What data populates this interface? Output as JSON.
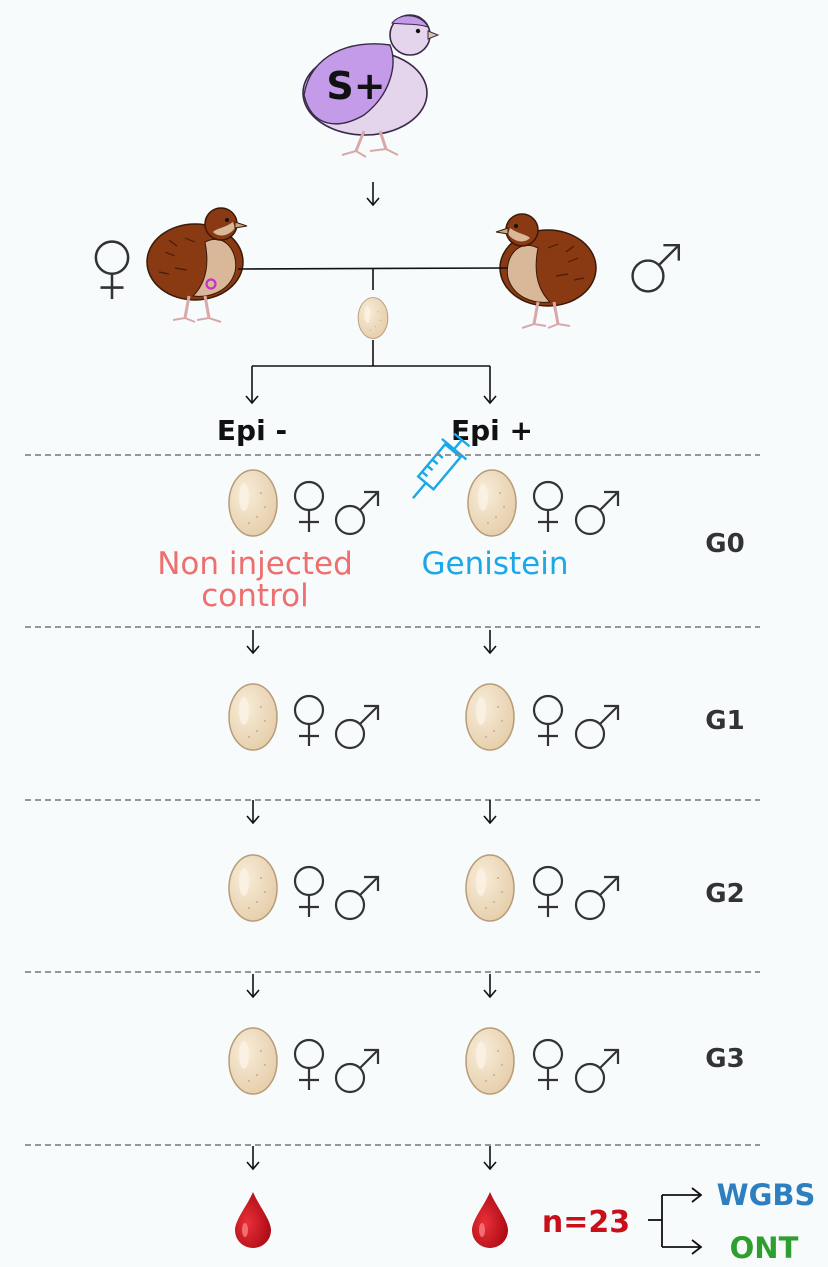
{
  "founder": {
    "label": "S+"
  },
  "parents": {
    "female_symbol": "♀",
    "male_symbol": "♂"
  },
  "branches": {
    "left": {
      "label": "Epi -",
      "treatment": [
        "Non injected",
        "control"
      ]
    },
    "right": {
      "label": "Epi +",
      "treatment": [
        "Genistein"
      ]
    }
  },
  "generations": [
    "G0",
    "G1",
    "G2",
    "G3"
  ],
  "sample": {
    "count_label": "n=23"
  },
  "methods": [
    "WGBS",
    "ONT"
  ],
  "colors": {
    "founder_purple": "#c39be8",
    "quail_brown": "#8a3a12",
    "quail_tan": "#d9b89a",
    "egg": "#efdcc0",
    "control_text": "#ee6f6f",
    "genistein_blue": "#1aa8e8",
    "blood_red": "#c8101a",
    "count_red": "#c8101a",
    "wgbs_blue": "#2e7fc0",
    "ont_green": "#2e9e2e",
    "gen_label": "#333333",
    "divider": "#888888"
  }
}
